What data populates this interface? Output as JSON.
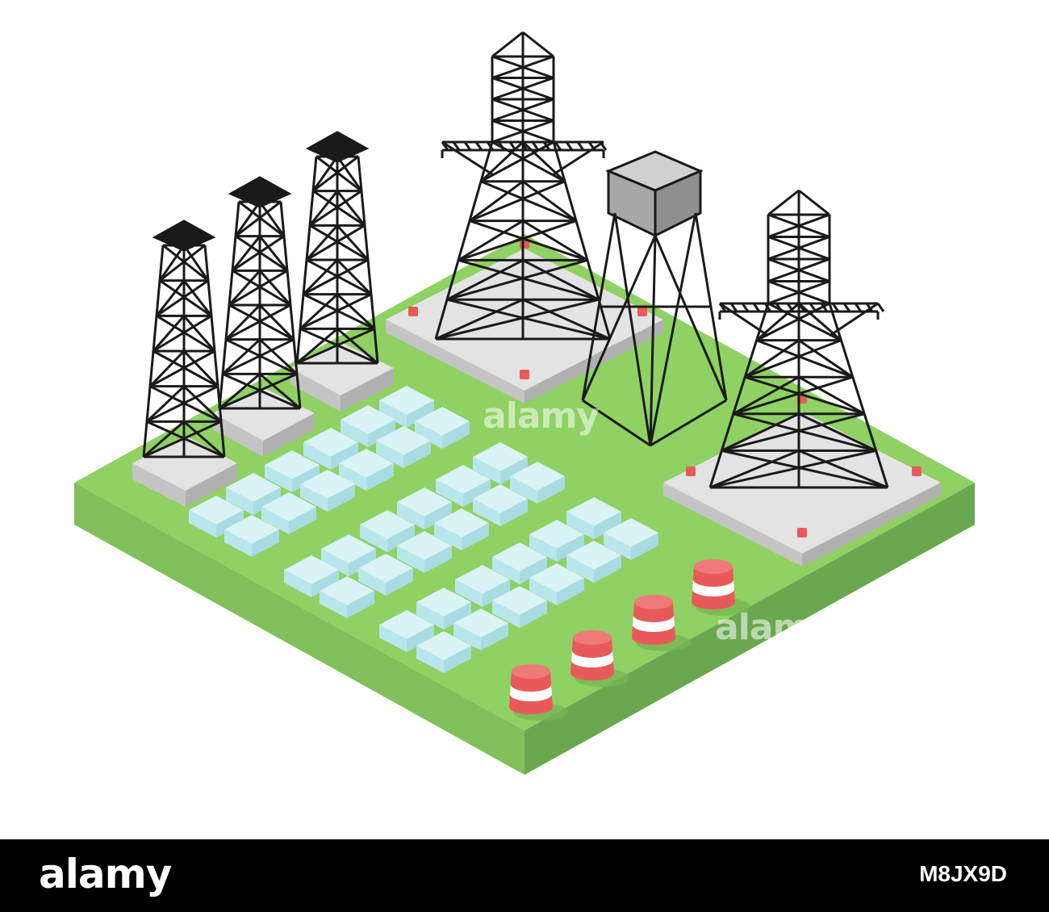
{
  "scene": {
    "subject": "isometric power station",
    "colors": {
      "grass_top": "#8fd163",
      "grass_side_left": "#7fc05a",
      "grass_side_right": "#6aa84f",
      "concrete_top": "#e3e3e3",
      "concrete_side": "#c4c4c4",
      "tower_line": "#1a1a1a",
      "panel_top": "#d9f3f6",
      "panel_side": "#a7dce3",
      "barrel_red": "#e85a5a",
      "barrel_white": "#ffffff",
      "tank_gray": "#a7a7a7"
    }
  },
  "watermark": {
    "text_center": "alamy",
    "text_right": "alamy"
  },
  "footer": {
    "logo": "alamy",
    "image_id": "M8JX9D"
  }
}
